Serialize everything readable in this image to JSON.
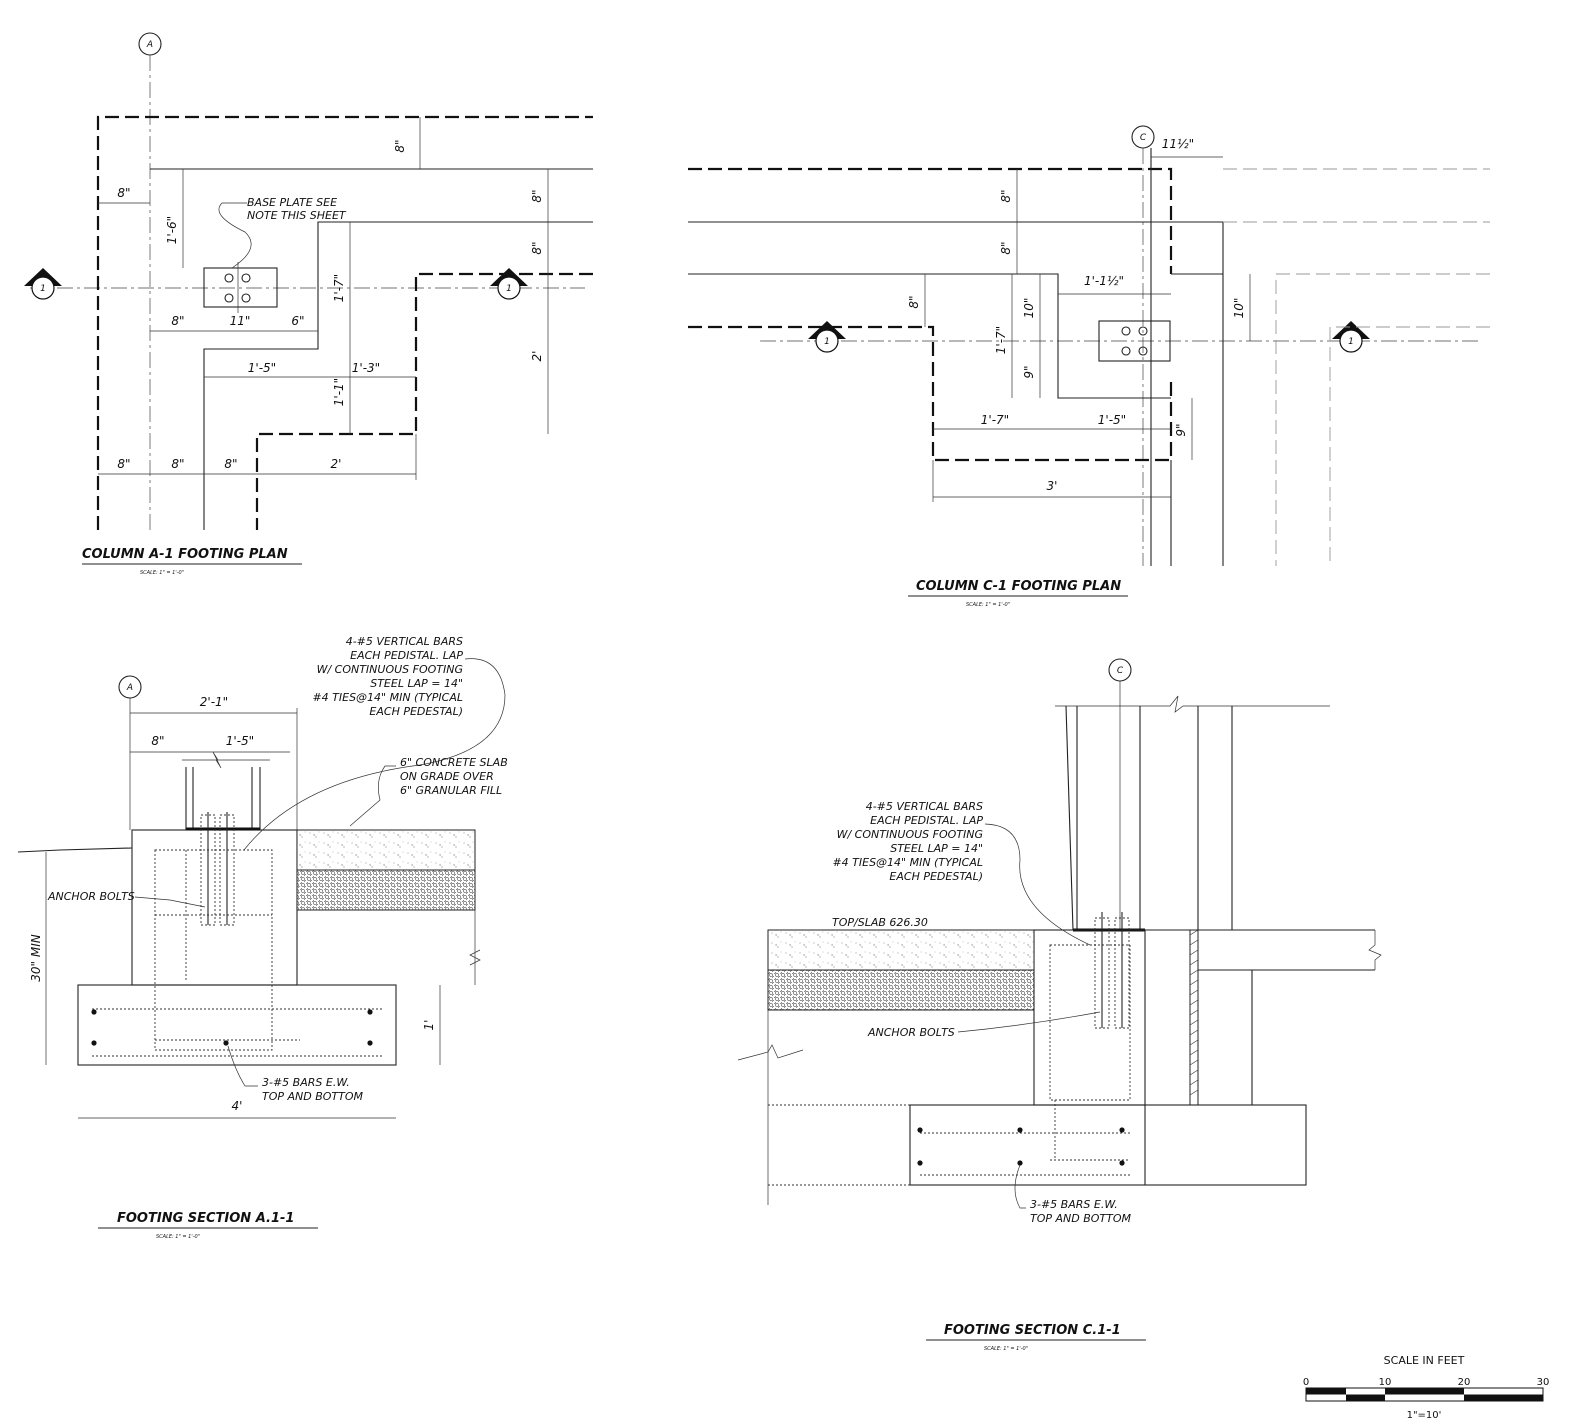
{
  "drawings": {
    "a1_plan": {
      "title": "COLUMN A-1 FOOTING PLAN",
      "scale": "SCALE: 1\" = 1'-0\"",
      "grid_col": "A",
      "grid_row": "1",
      "note": [
        "BASE PLATE SEE",
        "NOTE THIS SHEET"
      ],
      "dims": {
        "top8": "8\"",
        "left8": "8\"",
        "v1_6": "1'-6\"",
        "r8a": "8\"",
        "r8b": "8\"",
        "b8": "8\"",
        "b11": "11\"",
        "b6": "6\"",
        "v1_7": "1'-7\"",
        "v2": "2'",
        "h1_5": "1'-5\"",
        "h1_3": "1'-3\"",
        "v1_1": "1'-1\"",
        "bot8a": "8\"",
        "bot8b": "8\"",
        "bot8c": "8\"",
        "bot2": "2'"
      }
    },
    "c1_plan": {
      "title": "COLUMN C-1 FOOTING PLAN",
      "scale": "SCALE: 1\" = 1'-0\"",
      "grid_col": "C",
      "grid_row": "1",
      "dims": {
        "top11": "11½\"",
        "v8a": "8\"",
        "v8b": "8\"",
        "v8c": "8\"",
        "h1_1": "1'-1½\"",
        "v10": "10\"",
        "v1_7": "1'-7\"",
        "v9": "9\"",
        "r10": "10\"",
        "h1_7": "1'-7\"",
        "h1_5": "1'-5\"",
        "r9": "9\"",
        "h3": "3'"
      }
    },
    "a1_section": {
      "title": "FOOTING SECTION A.1-1",
      "scale": "SCALE: 1\" = 1'-0\"",
      "grid_col": "A",
      "note_bars": [
        "4-#5 VERTICAL BARS",
        "EACH PEDISTAL. LAP",
        "W/ CONTINUOUS FOOTING",
        "STEEL LAP = 14\"",
        "#4 TIES@14\" MIN (TYPICAL",
        "EACH PEDESTAL)"
      ],
      "note_slab": [
        "6\" CONCRETE SLAB",
        "ON GRADE OVER",
        "6\" GRANULAR FILL"
      ],
      "note_anchor": "ANCHOR BOLTS",
      "note_bottom": [
        "3-#5 BARS E.W.",
        "TOP AND BOTTOM"
      ],
      "dims": {
        "w2_1": "2'-1\"",
        "w8": "8\"",
        "w1_5": "1'-5\"",
        "v30": "30\" MIN",
        "v1": "1'",
        "w4": "4'"
      }
    },
    "c1_section": {
      "title": "FOOTING SECTION C.1-1",
      "scale": "SCALE: 1\" = 1'-0\"",
      "grid_col": "C",
      "note_bars": [
        "4-#5 VERTICAL BARS",
        "EACH PEDISTAL. LAP",
        "W/ CONTINUOUS FOOTING",
        "STEEL LAP = 14\"",
        "#4 TIES@14\" MIN (TYPICAL",
        "EACH PEDESTAL)"
      ],
      "slab_label": "TOP/SLAB 626.30",
      "note_anchor": "ANCHOR BOLTS",
      "note_bottom": [
        "3-#5 BARS E.W.",
        "TOP AND BOTTOM"
      ]
    }
  },
  "scale_bar": {
    "title": "SCALE IN FEET",
    "ticks": [
      "0",
      "10",
      "20",
      "30"
    ],
    "ratio": "1\"=10'"
  }
}
